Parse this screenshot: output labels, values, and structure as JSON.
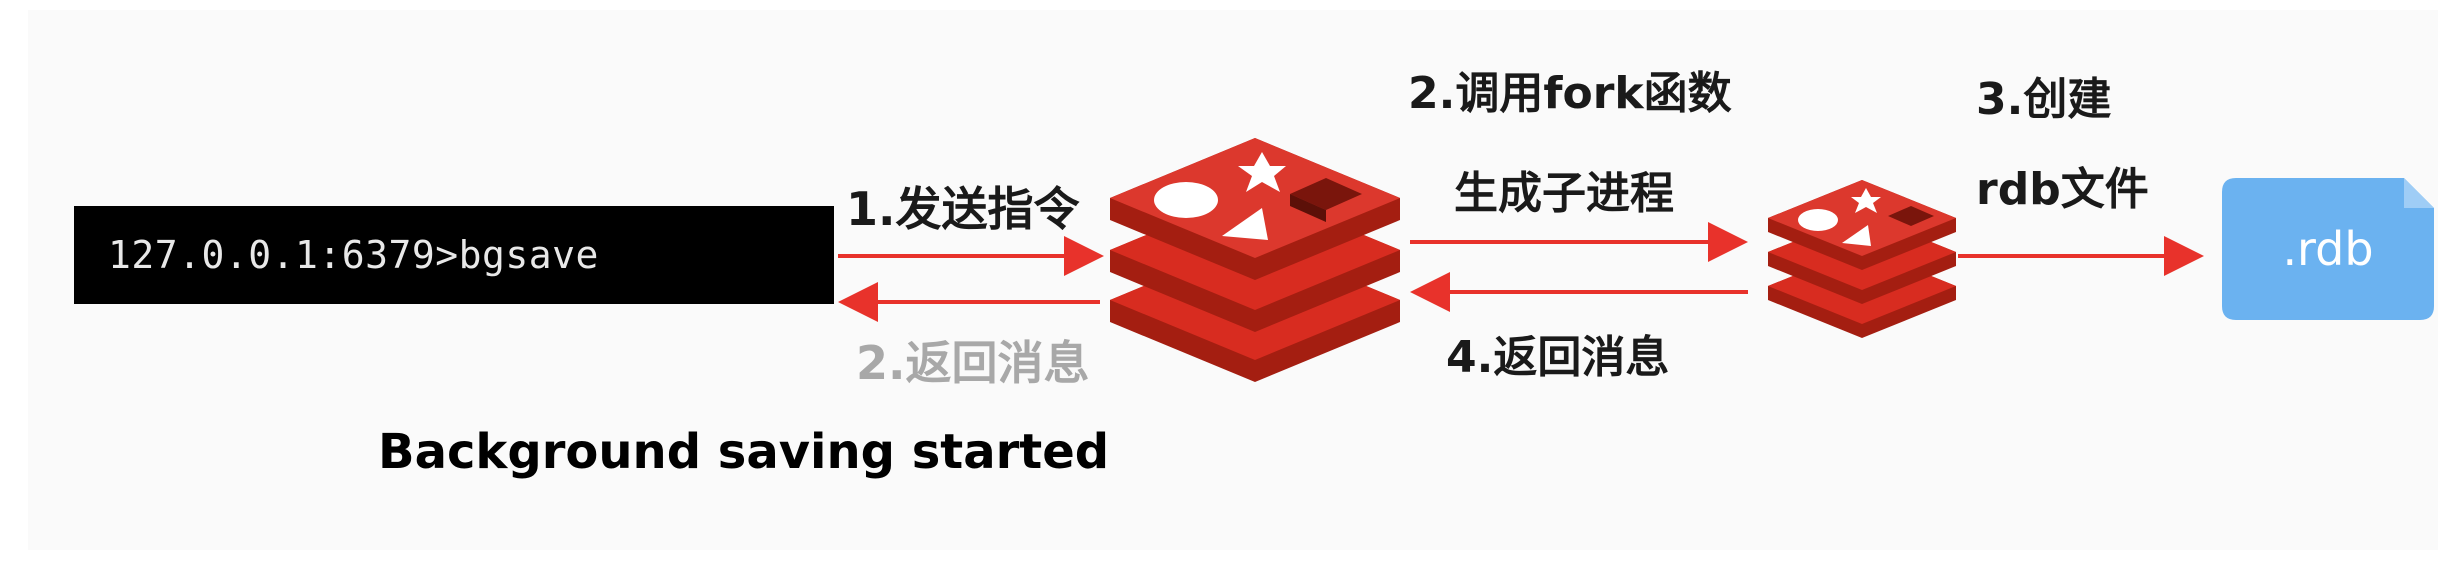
{
  "terminal": {
    "command": "127.0.0.1:6379>bgsave"
  },
  "steps": {
    "send_command": "1.发送指令",
    "return_message_client": "2.返回消息",
    "fork_line1": "2.调用fork函数",
    "fork_line2": "生成子进程",
    "return_message_child": "4.返回消息",
    "create_line1": "3.创建",
    "create_line2": "rdb文件"
  },
  "status": {
    "message": "Background saving started"
  },
  "file": {
    "label": ".rdb"
  },
  "colors": {
    "arrow": "#e8322b",
    "redis_red": "#d82c20",
    "redis_dark": "#a41e11",
    "file_blue": "#6bb2f0",
    "muted_label": "#a8a8a8"
  },
  "icons": {
    "server_main": "redis-logo-icon",
    "server_child": "redis-logo-icon",
    "file": "rdb-file-icon"
  }
}
